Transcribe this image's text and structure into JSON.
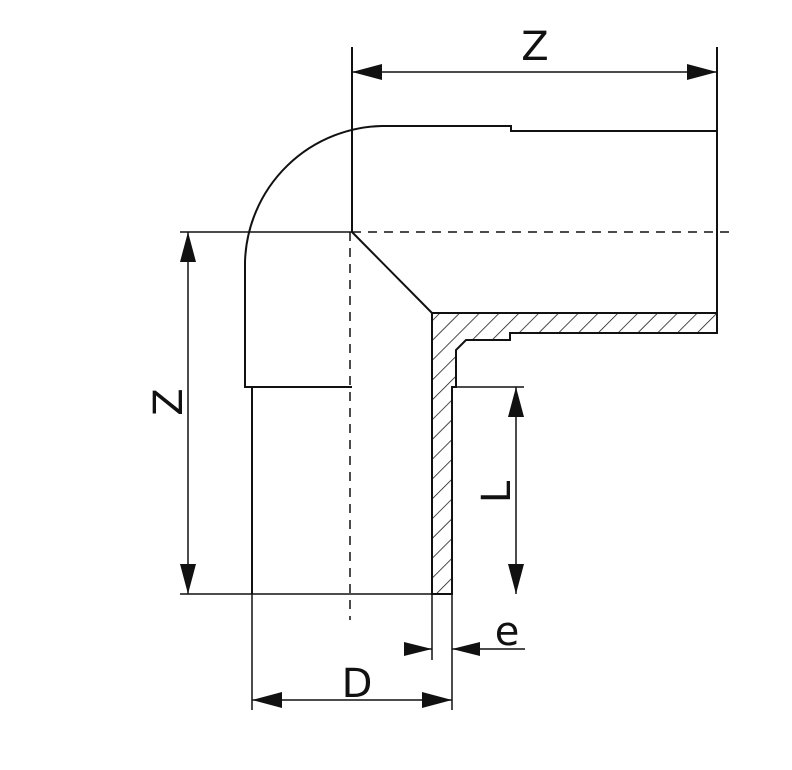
{
  "figure": {
    "labels": {
      "z_horizontal": "Z",
      "z_vertical": "Z",
      "l": "L",
      "d": "D",
      "e": "e"
    },
    "colors": {
      "line": "#111111",
      "background": "#ffffff"
    }
  }
}
